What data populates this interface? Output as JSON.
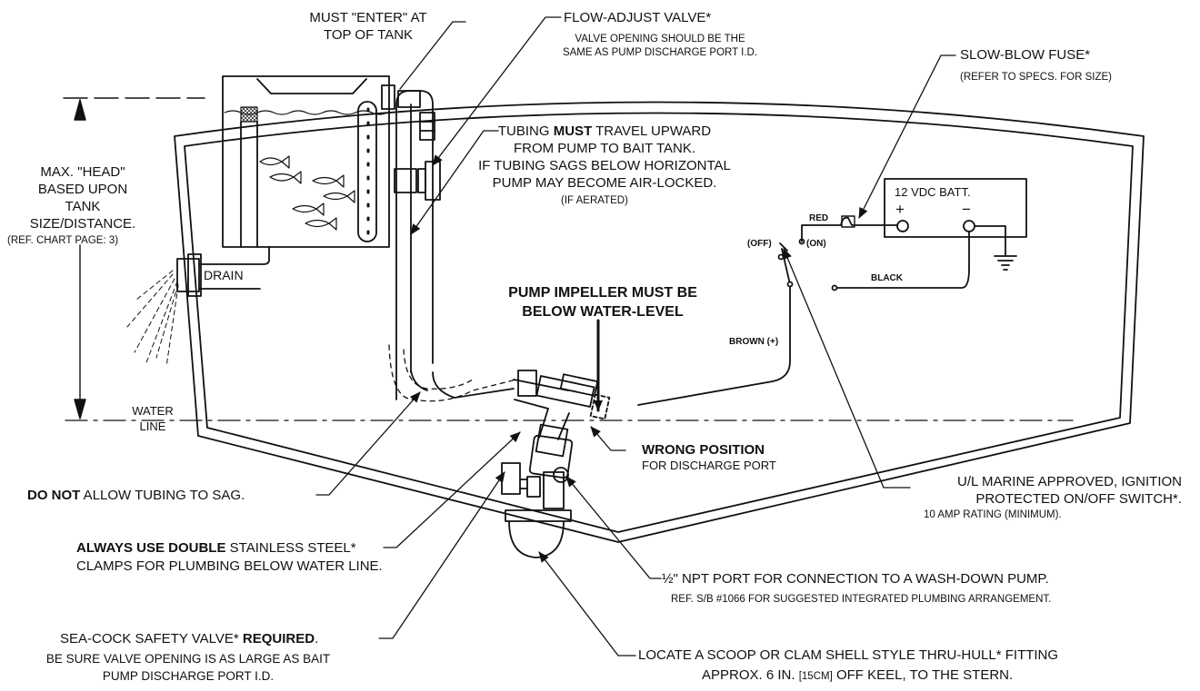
{
  "labels": {
    "enter_top": [
      "MUST \"ENTER\" AT",
      "TOP OF TANK"
    ],
    "flow_valve_title": "FLOW-ADJUST VALVE*",
    "flow_valve_note": [
      "VALVE OPENING SHOULD BE THE",
      "SAME AS PUMP DISCHARGE PORT I.D."
    ],
    "fuse_title": "SLOW-BLOW FUSE*",
    "fuse_note": "(REFER TO SPECS. FOR SIZE)",
    "head": [
      "MAX. \"HEAD\"",
      "BASED UPON",
      "TANK",
      "SIZE/DISTANCE."
    ],
    "head_ref": "(REF. CHART PAGE: 3)",
    "tubing_a": "TUBING ",
    "tubing_b": "MUST",
    "tubing_c": " TRAVEL UPWARD",
    "tubing_lines": [
      "FROM PUMP TO BAIT TANK.",
      "IF TUBING SAGS BELOW HORIZONTAL",
      "PUMP MAY BECOME AIR-LOCKED."
    ],
    "aerated": "(IF AERATED)",
    "battery": "12 VDC  BATT.",
    "plus": "+",
    "minus": "−",
    "red": "RED",
    "off": "(OFF)",
    "on": "(ON)",
    "black": "BLACK",
    "brown": "BROWN (+)",
    "drain": "DRAIN",
    "impeller": [
      "PUMP IMPELLER MUST BE",
      "BELOW WATER-LEVEL"
    ],
    "water_line": [
      "WATER",
      "LINE"
    ],
    "wrong_position": "WRONG POSITION",
    "wrong_position_note": "FOR DISCHARGE PORT",
    "do_not_a": "DO NOT",
    "do_not_b": " ALLOW TUBING TO SAG.",
    "switch": [
      "U/L MARINE APPROVED, IGNITION",
      "PROTECTED ON/OFF SWITCH*."
    ],
    "switch_note": "10 AMP RATING (MINIMUM).",
    "clamps_a": "ALWAYS USE DOUBLE",
    "clamps_b": " STAINLESS STEEL*",
    "clamps_line2": "CLAMPS FOR PLUMBING BELOW WATER LINE.",
    "npt": "½\" NPT PORT FOR CONNECTION TO A WASH-DOWN PUMP.",
    "npt_note": "REF. S/B #1066 FOR SUGGESTED INTEGRATED PLUMBING ARRANGEMENT.",
    "seacock_a": "SEA-COCK SAFETY VALVE* ",
    "seacock_b": "REQUIRED",
    "seacock_c": ".",
    "seacock_note": [
      "BE SURE VALVE OPENING IS AS LARGE AS BAIT",
      "PUMP DISCHARGE PORT I.D."
    ],
    "scoop": "LOCATE A SCOOP OR CLAM SHELL STYLE THRU-HULL* FITTING",
    "scoop_line2_a": "APPROX. 6 IN. ",
    "scoop_line2_b": "[15CM]",
    "scoop_line2_c": " OFF KEEL, TO THE STERN."
  }
}
